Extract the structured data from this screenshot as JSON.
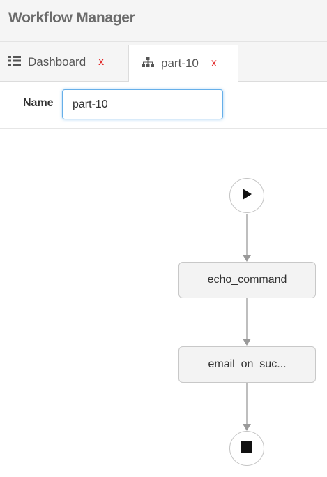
{
  "app": {
    "title": "Workflow Manager"
  },
  "tabs": [
    {
      "label": "Dashboard",
      "icon": "grid-icon",
      "close": "x"
    },
    {
      "label": "part-10",
      "icon": "sitemap-icon",
      "close": "x",
      "active": true
    }
  ],
  "form": {
    "name_label": "Name",
    "name_value": "part-10"
  },
  "workflow": {
    "start_node": {
      "icon": "play-icon"
    },
    "nodes": [
      {
        "label": "echo_command"
      },
      {
        "label": "email_on_suc..."
      }
    ],
    "end_node": {
      "icon": "stop-icon"
    }
  },
  "colors": {
    "accent_focus": "#66afe9",
    "close_x": "#e02020",
    "edge": "#9a9a9a"
  }
}
